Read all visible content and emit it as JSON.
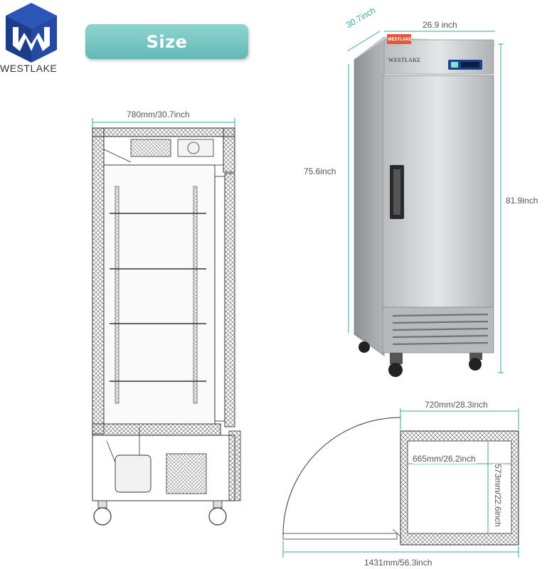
{
  "brand": {
    "logo_text": "WESTLAKE",
    "logo_icon": "westlake-w-cube-icon",
    "colors": {
      "logo_blue": "#1b3d8c",
      "banner": "#6fc2bf",
      "dim_line": "#3aa7a3"
    }
  },
  "banner": {
    "title": "Size"
  },
  "side_view": {
    "width_label": "780mm/30.7inch"
  },
  "product_view": {
    "depth_label": "30.7inch",
    "width_label": "26.9 inch",
    "body_height_label": "75.6inch",
    "total_height_label": "81.9inch",
    "badge_text": "WESTLAKE",
    "panel_brand": "WESTLAKE"
  },
  "top_view": {
    "outer_width_label": "720mm/28.3inch",
    "inner_width_label": "665mm/26.2inch",
    "inner_depth_label": "573mm/22.6inch",
    "door_open_width_label": "1431mm/56.3inch"
  }
}
